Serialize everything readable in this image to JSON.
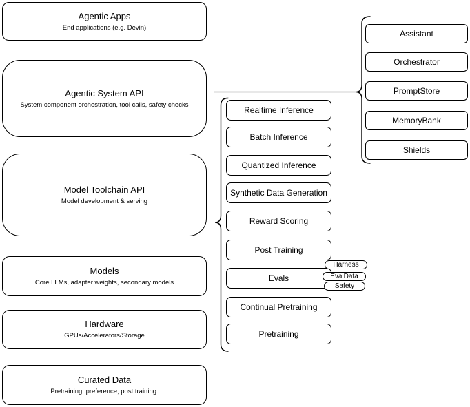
{
  "left_column": [
    {
      "title": "Agentic Apps",
      "subtitle": "End applications (e.g. Devin)"
    },
    {
      "title": "Agentic System API",
      "subtitle": "System component orchestration, tool calls, safety checks"
    },
    {
      "title": "Model Toolchain API",
      "subtitle": "Model development & serving"
    },
    {
      "title": "Models",
      "subtitle": "Core LLMs, adapter weights, secondary models"
    },
    {
      "title": "Hardware",
      "subtitle": "GPUs/Accelerators/Storage"
    },
    {
      "title": "Curated Data",
      "subtitle": "Pretraining, preference, post training."
    }
  ],
  "toolchain": [
    "Realtime Inference",
    "Batch Inference",
    "Quantized Inference",
    "Synthetic Data Generation",
    "Reward Scoring",
    "Post Training",
    "Evals",
    "Continual Pretraining",
    "Pretraining"
  ],
  "eval_tags": [
    "Harness",
    "EvalData",
    "Safety"
  ],
  "system_components": [
    "Assistant",
    "Orchestrator",
    "PromptStore",
    "MemoryBank",
    "Shields"
  ],
  "colors": {
    "stroke": "#000000",
    "fill": "#ffffff",
    "connector_line": "#4d4d4d"
  }
}
